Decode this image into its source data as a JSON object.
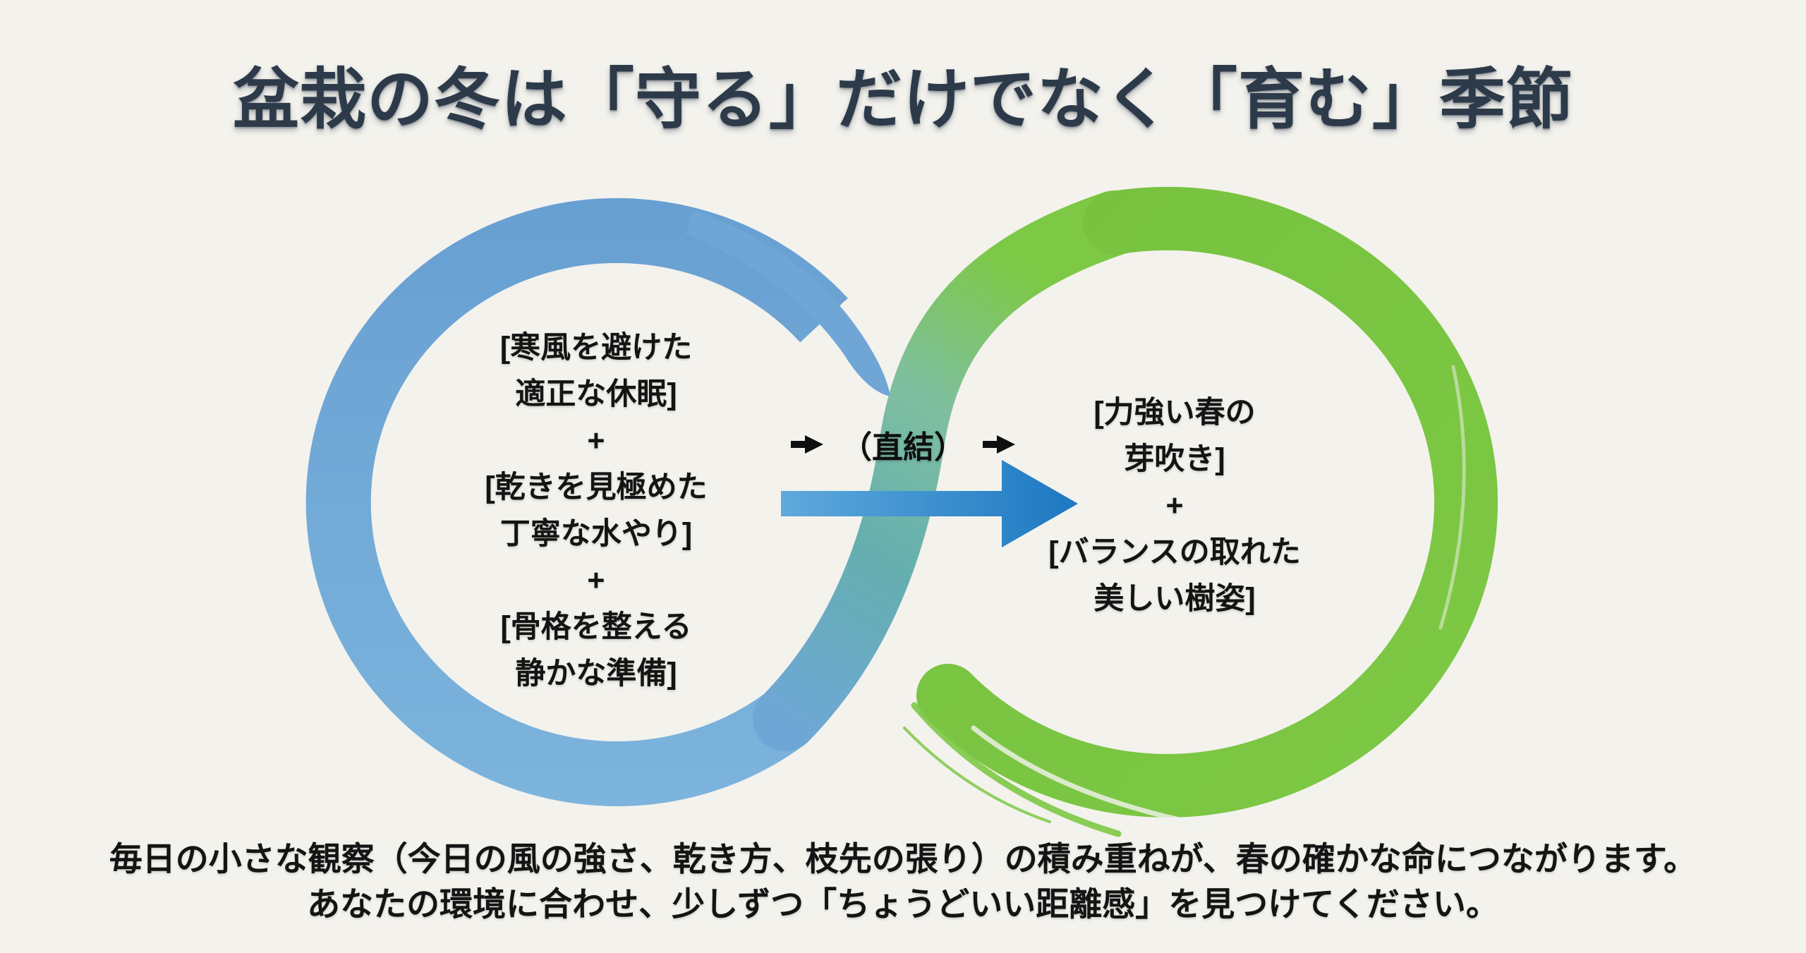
{
  "title": "盆栽の冬は「守る」だけでなく「育む」季節",
  "left_circle": {
    "text": "[寒風を避けた\n適正な休眠]\n+\n[乾きを見極めた\n丁寧な水やり]\n+\n[骨格を整える\n静かな準備]"
  },
  "right_circle": {
    "text": "[力強い春の\n芽吹き]\n+\n[バランスの取れた\n美しい樹姿]"
  },
  "connector": {
    "label": "（直結）"
  },
  "footer": {
    "text": "毎日の小さな観察（今日の風の強さ、乾き方、枝先の張り）の積み重ねが、春の確かな命につながります。\nあなたの環境に合わせ、少しずつ「ちょうどいい距離感」を見つけてください。"
  },
  "colors": {
    "background": "#f3f2ed",
    "title_color": "#2d3a49",
    "text_color": "#141414",
    "icon_black": "#0f0f0f",
    "blue_ring_top": "#689fd2",
    "blue_ring_bottom": "#7cb4dd",
    "blue_tip": "#6fa6d6",
    "green_ring": "#7dc845",
    "green_ring_deep": "#76c13e",
    "strand_blue": "#6ea7d5",
    "strand_teal": "#65afaf",
    "strand_sage": "#7fbfa0",
    "strand_green": "#7dc845",
    "arrow_start": "#5fa9dd",
    "arrow_end": "#1d78c1"
  }
}
